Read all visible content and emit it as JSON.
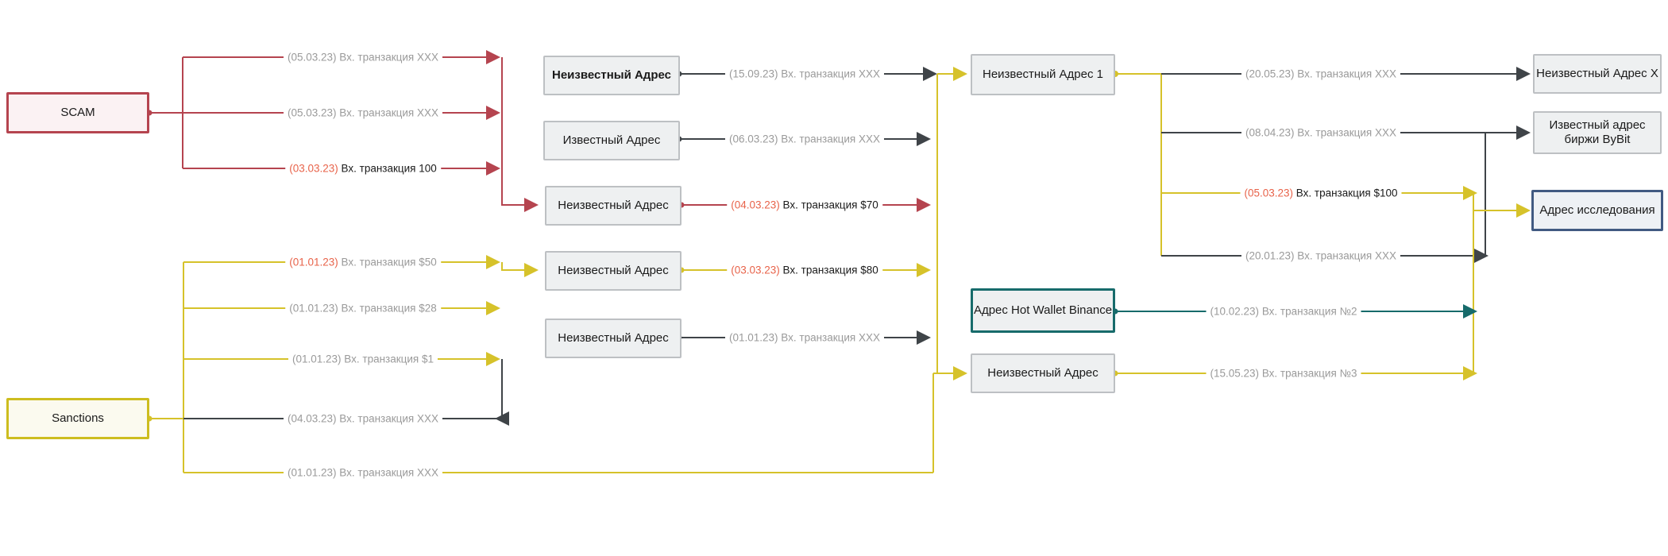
{
  "diagram": {
    "title": "Crypto transaction flow graph",
    "colors": {
      "scam": "#b5444f",
      "sanctions": "#cdbd1f",
      "yellow": "#d6c22a",
      "dark": "#3f4448",
      "teal": "#176b6b",
      "research": "#415a82",
      "highlight": "#e8634a",
      "dim_text": "#9a9a9a"
    }
  },
  "nodes": [
    {
      "id": "scam",
      "label": "SCAM"
    },
    {
      "id": "sanctions",
      "label": "Sanctions"
    },
    {
      "id": "mid1",
      "label": "Неизвестный Адрес"
    },
    {
      "id": "mid2",
      "label": "Известный Адрес"
    },
    {
      "id": "mid3",
      "label": "Неизвестный Адрес"
    },
    {
      "id": "mid4",
      "label": "Неизвестный Адрес"
    },
    {
      "id": "mid5",
      "label": "Неизвестный Адрес"
    },
    {
      "id": "hub",
      "label": "Неизвестный Адрес 1"
    },
    {
      "id": "binance",
      "label": "Адрес Hot Wallet Binance"
    },
    {
      "id": "unk2",
      "label": "Неизвестный Адрес"
    },
    {
      "id": "unkx",
      "label": "Неизвестный Адрес X"
    },
    {
      "id": "bybit",
      "label": "Известный адрес биржи ByBit"
    },
    {
      "id": "research",
      "label": "Адрес исследования"
    }
  ],
  "edges": [
    {
      "id": "e1",
      "date": "(05.03.23)",
      "text": "Вх. транзакция XXX",
      "highlight": false,
      "color": "scam"
    },
    {
      "id": "e2",
      "date": "(05.03.23)",
      "text": "Вх. транзакция XXX",
      "highlight": false,
      "color": "scam"
    },
    {
      "id": "e3",
      "date": "(03.03.23)",
      "text": "Вх. транзакция 100",
      "highlight": true,
      "color": "scam"
    },
    {
      "id": "e4",
      "date": "(01.01.23)",
      "text": "Вх. транзакция $50",
      "highlight": true,
      "color": "yellow"
    },
    {
      "id": "e5",
      "date": "(01.01.23)",
      "text": "Вх. транзакция $28",
      "highlight": false,
      "color": "yellow"
    },
    {
      "id": "e6",
      "date": "(01.01.23)",
      "text": "Вх. транзакция $1",
      "highlight": false,
      "color": "yellow"
    },
    {
      "id": "e7",
      "date": "(04.03.23)",
      "text": "Вх. транзакция XXX",
      "highlight": false,
      "color": "dark"
    },
    {
      "id": "e8",
      "date": "(01.01.23)",
      "text": "Вх. транзакция XXX",
      "highlight": false,
      "color": "yellow"
    },
    {
      "id": "e9",
      "date": "(15.09.23)",
      "text": "Вх. транзакция XXX",
      "highlight": false,
      "color": "dark"
    },
    {
      "id": "e10",
      "date": "(06.03.23)",
      "text": "Вх. транзакция XXX",
      "highlight": false,
      "color": "dark"
    },
    {
      "id": "e11",
      "date": "(04.03.23)",
      "text": "Вх. транзакция $70",
      "highlight": true,
      "color": "scam"
    },
    {
      "id": "e12",
      "date": "(03.03.23)",
      "text": "Вх. транзакция $80",
      "highlight": true,
      "color": "yellow"
    },
    {
      "id": "e13",
      "date": "(01.01.23)",
      "text": "Вх. транзакция XXX",
      "highlight": false,
      "color": "dark"
    },
    {
      "id": "e14",
      "date": "(20.05.23)",
      "text": "Вх. транзакция XXX",
      "highlight": false,
      "color": "dark"
    },
    {
      "id": "e15",
      "date": "(08.04.23)",
      "text": "Вх. транзакция XXX",
      "highlight": false,
      "color": "dark"
    },
    {
      "id": "e16",
      "date": "(05.03.23)",
      "text": "Вх. транзакция $100",
      "highlight": true,
      "color": "yellow"
    },
    {
      "id": "e17",
      "date": "(20.01.23)",
      "text": "Вх. транзакция XXX",
      "highlight": false,
      "color": "dark"
    },
    {
      "id": "e18",
      "date": "(10.02.23)",
      "text": "Вх. транзакция №2",
      "highlight": false,
      "color": "teal"
    },
    {
      "id": "e19",
      "date": "(15.05.23)",
      "text": "Вх. транзакция №3",
      "highlight": false,
      "color": "yellow"
    }
  ]
}
